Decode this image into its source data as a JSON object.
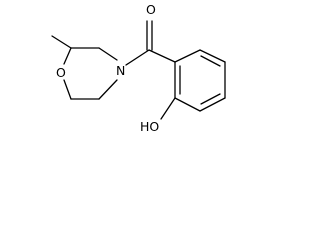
{
  "molecule": {
    "atoms": {
      "carbonyl_oxygen": "O",
      "ring_nitrogen": "N",
      "ring_oxygen": "O",
      "hydroxyl": "HO"
    }
  }
}
